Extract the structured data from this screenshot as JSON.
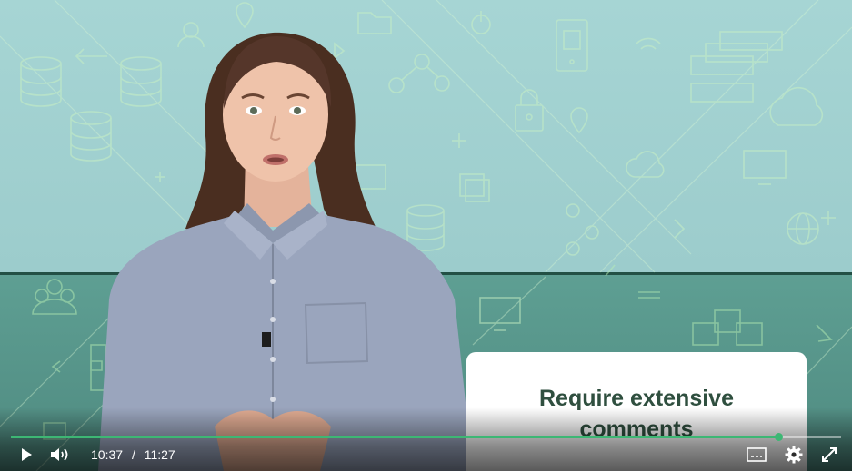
{
  "video": {
    "progress_fraction": 0.9245,
    "caption_line1": "Require extensive",
    "caption_line2": "comments"
  },
  "controls": {
    "current_time": "10:37",
    "separator": "/",
    "duration": "11:27",
    "play_icon": "play-icon",
    "volume_icon": "volume-icon",
    "captions_icon": "closed-captions-icon",
    "settings_icon": "gear-icon",
    "fullscreen_icon": "fullscreen-icon"
  },
  "colors": {
    "accent": "#3db774",
    "caption_text": "#2f4f3f",
    "background_top": "#a6d5d4",
    "background_bottom": "#5e9f93"
  }
}
